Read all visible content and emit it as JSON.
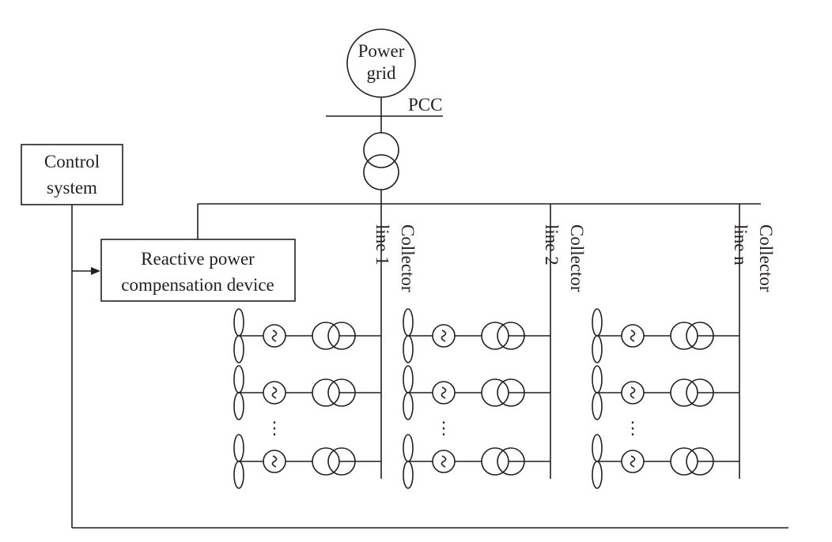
{
  "power_grid": {
    "line1": "Power",
    "line2": "grid"
  },
  "pcc_label": "PCC",
  "control_system": {
    "line1": "Control",
    "line2": "system"
  },
  "compensation_device": {
    "line1": "Reactive power",
    "line2": "compensation device"
  },
  "collector_lines": [
    {
      "line1": "Collector",
      "line2": "line 1"
    },
    {
      "line1": "Collector",
      "line2": "line 2"
    },
    {
      "line1": "Collector",
      "line2": "line n"
    }
  ],
  "ellipsis": "⋮",
  "colors": {
    "stroke": "#231f20",
    "background": "#ffffff"
  }
}
